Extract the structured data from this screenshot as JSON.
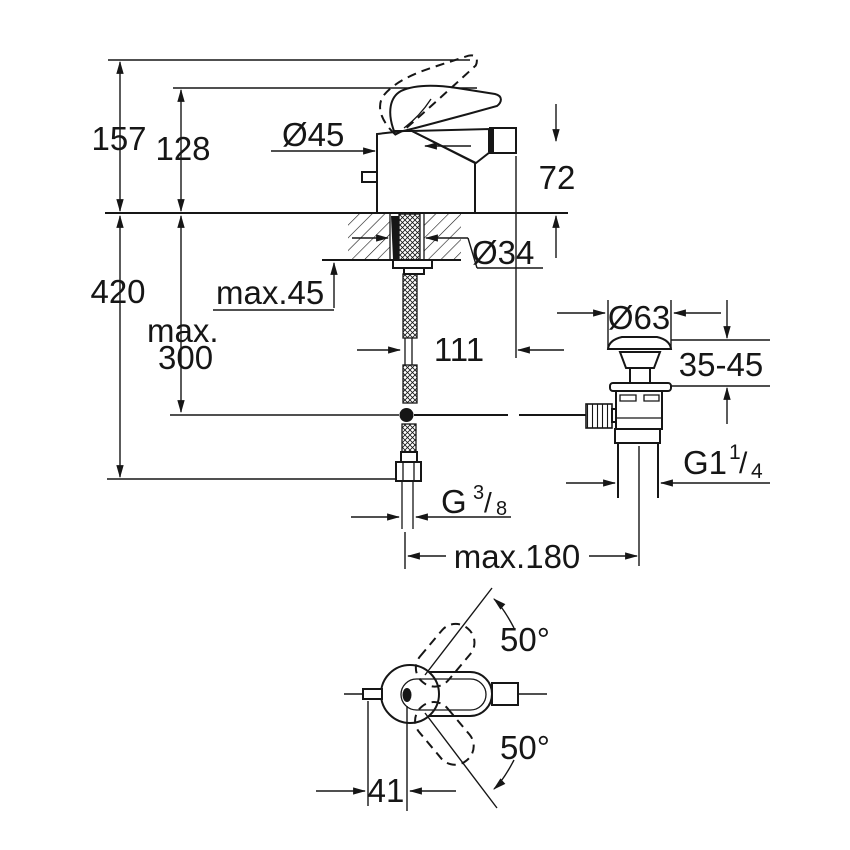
{
  "colors": {
    "background": "#ffffff",
    "ink": "#161616"
  },
  "side_view": {
    "dim_height_to_open_handle": "157",
    "dim_height_to_closed_handle": "128",
    "dim_hose_clearance": "420",
    "dim_rod_clearance_line1": "max.",
    "dim_rod_clearance_line2": "300",
    "dim_body_diameter": "Ø45",
    "dim_spout_outlet_height": "72",
    "dim_mounting_hole_diameter": "Ø34",
    "dim_max_deck_thickness": "max.45",
    "dim_spout_projection": "111",
    "dim_waste_flange_diameter": "Ø63",
    "dim_waste_deck_thickness_range": "35-45",
    "dim_waste_thread": {
      "base": "G1",
      "sup": "1",
      "slash": "/",
      "sub": "4"
    },
    "dim_supply_thread": {
      "base": "G",
      "sup": "3",
      "slash": "/",
      "sub": "8"
    },
    "dim_max_axis_distance": "max.180"
  },
  "top_view": {
    "dim_swing_angle_upper": "50°",
    "dim_swing_angle_lower": "50°",
    "dim_handle_axis_offset": "41"
  }
}
